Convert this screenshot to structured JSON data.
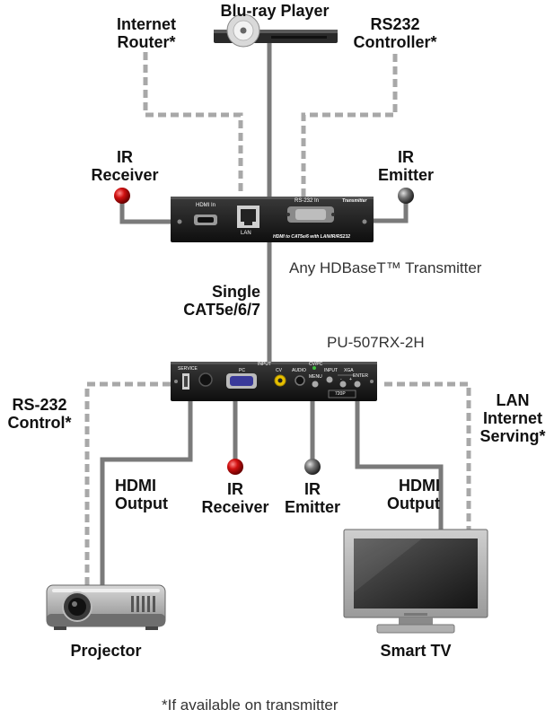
{
  "labels": {
    "bluray": "Blu-ray Player",
    "router_1": "Internet",
    "router_2": "Router*",
    "rs232c_1": "RS232",
    "rs232c_2": "Controller*",
    "ir_rx_top_1": "IR",
    "ir_rx_top_2": "Receiver",
    "ir_em_top_1": "IR",
    "ir_em_top_2": "Emitter",
    "transmitter_caption": "Any HDBaseT™ Transmitter",
    "cable_1": "Single",
    "cable_2": "CAT5e/6/7",
    "receiver_model": "PU-507RX-2H",
    "rs232_ctrl_1": "RS-232",
    "rs232_ctrl_2": "Control*",
    "lan_1": "LAN",
    "lan_2": "Internet",
    "lan_3": "Serving*",
    "hdmi_out_l_1": "HDMI",
    "hdmi_out_l_2": "Output",
    "hdmi_out_r_1": "HDMI",
    "hdmi_out_r_2": "Output",
    "ir_rx_bot_1": "IR",
    "ir_rx_bot_2": "Receiver",
    "ir_em_bot_1": "IR",
    "ir_em_bot_2": "Emitter",
    "projector": "Projector",
    "smart_tv": "Smart TV",
    "footnote": "*If available on transmitter"
  },
  "transmitter_panel": {
    "hdmi_in": "HDMI In",
    "lan": "LAN",
    "rs232_in": "RS-232 In",
    "tag": "Transmitter",
    "subtitle": "HDMI to CAT5e/6 with LAN/IR/RS232"
  },
  "receiver_panel": {
    "service": "SERVICE",
    "input": "INPUT",
    "pc": "PC",
    "cv": "CV",
    "audio": "AUDIO",
    "cv_pc": "CV/PC",
    "menu": "MENU",
    "input2": "INPUT",
    "xga": "XGA",
    "minus": "-",
    "plus": "+",
    "enter": "ENTER",
    "res720": "720P"
  },
  "colors": {
    "cable_solid": "#7a7a7a",
    "cable_dashed": "#a8a8a8",
    "device_body": "#1e1e1e",
    "ir_receiver": "#c8102e",
    "ir_emitter": "#555555"
  }
}
